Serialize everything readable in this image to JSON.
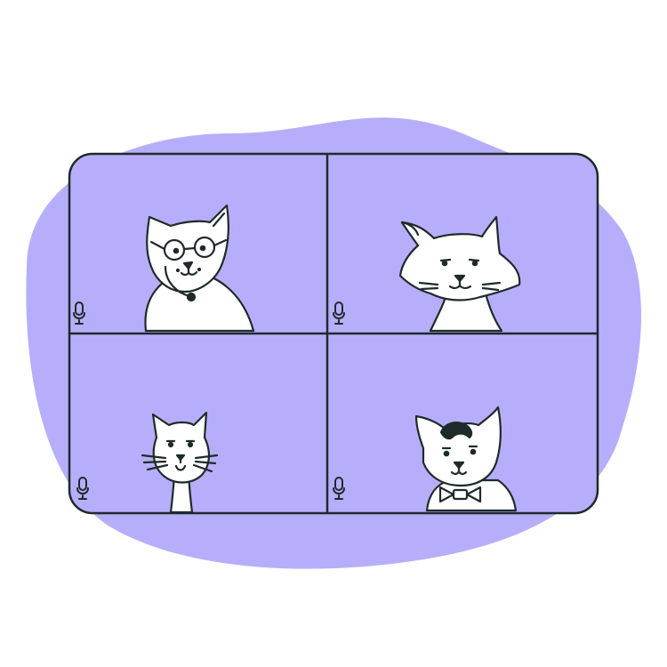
{
  "colors": {
    "blob": "#b7aefb",
    "tile": "#b7aefb",
    "frame": "#ffffff",
    "ink": "#1f2a2a",
    "cat": "#ffffff",
    "hair": "#1f2a2a"
  },
  "video_call": {
    "tiles": [
      {
        "id": "top-left",
        "cat": "cat-with-glasses-and-headset",
        "mic_icon": "microphone-icon"
      },
      {
        "id": "top-right",
        "cat": "cat-wide-cheeks",
        "mic_icon": "microphone-icon"
      },
      {
        "id": "bottom-left",
        "cat": "cat-long-neck-whiskers",
        "mic_icon": "microphone-icon"
      },
      {
        "id": "bottom-right",
        "cat": "cat-with-bowtie-and-hair",
        "mic_icon": "microphone-icon"
      }
    ]
  }
}
